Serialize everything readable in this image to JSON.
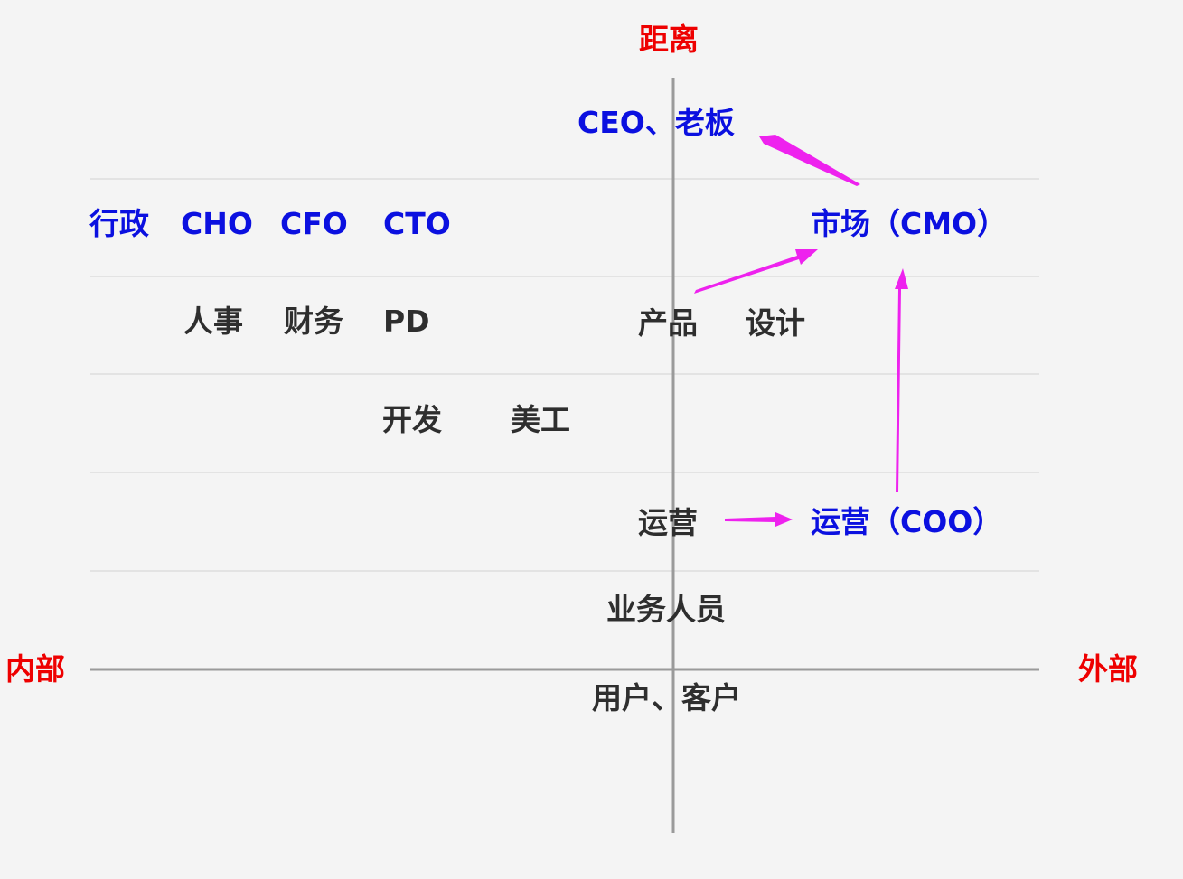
{
  "axes": {
    "vertical_label": "距离",
    "left_label": "内部",
    "right_label": "外部"
  },
  "roles": {
    "ceo": "CEO、老板",
    "admin": "行政",
    "cho": "CHO",
    "cfo": "CFO",
    "cto": "CTO",
    "cmo": "市场（CMO）",
    "hr": "人事",
    "finance": "财务",
    "pd": "PD",
    "product": "产品",
    "design": "设计",
    "dev": "开发",
    "artist": "美工",
    "ops": "运营",
    "coo": "运营（COO）",
    "sales": "业务人员",
    "customers": "用户、客户"
  },
  "colors": {
    "axis_label": "#ee0000",
    "executive": "#0b10e0",
    "staff": "#2e2e2e",
    "arrow": "#ee22ee",
    "axis": "#9a9a9a",
    "grid": "#dddddd",
    "background": "#f4f4f4"
  }
}
